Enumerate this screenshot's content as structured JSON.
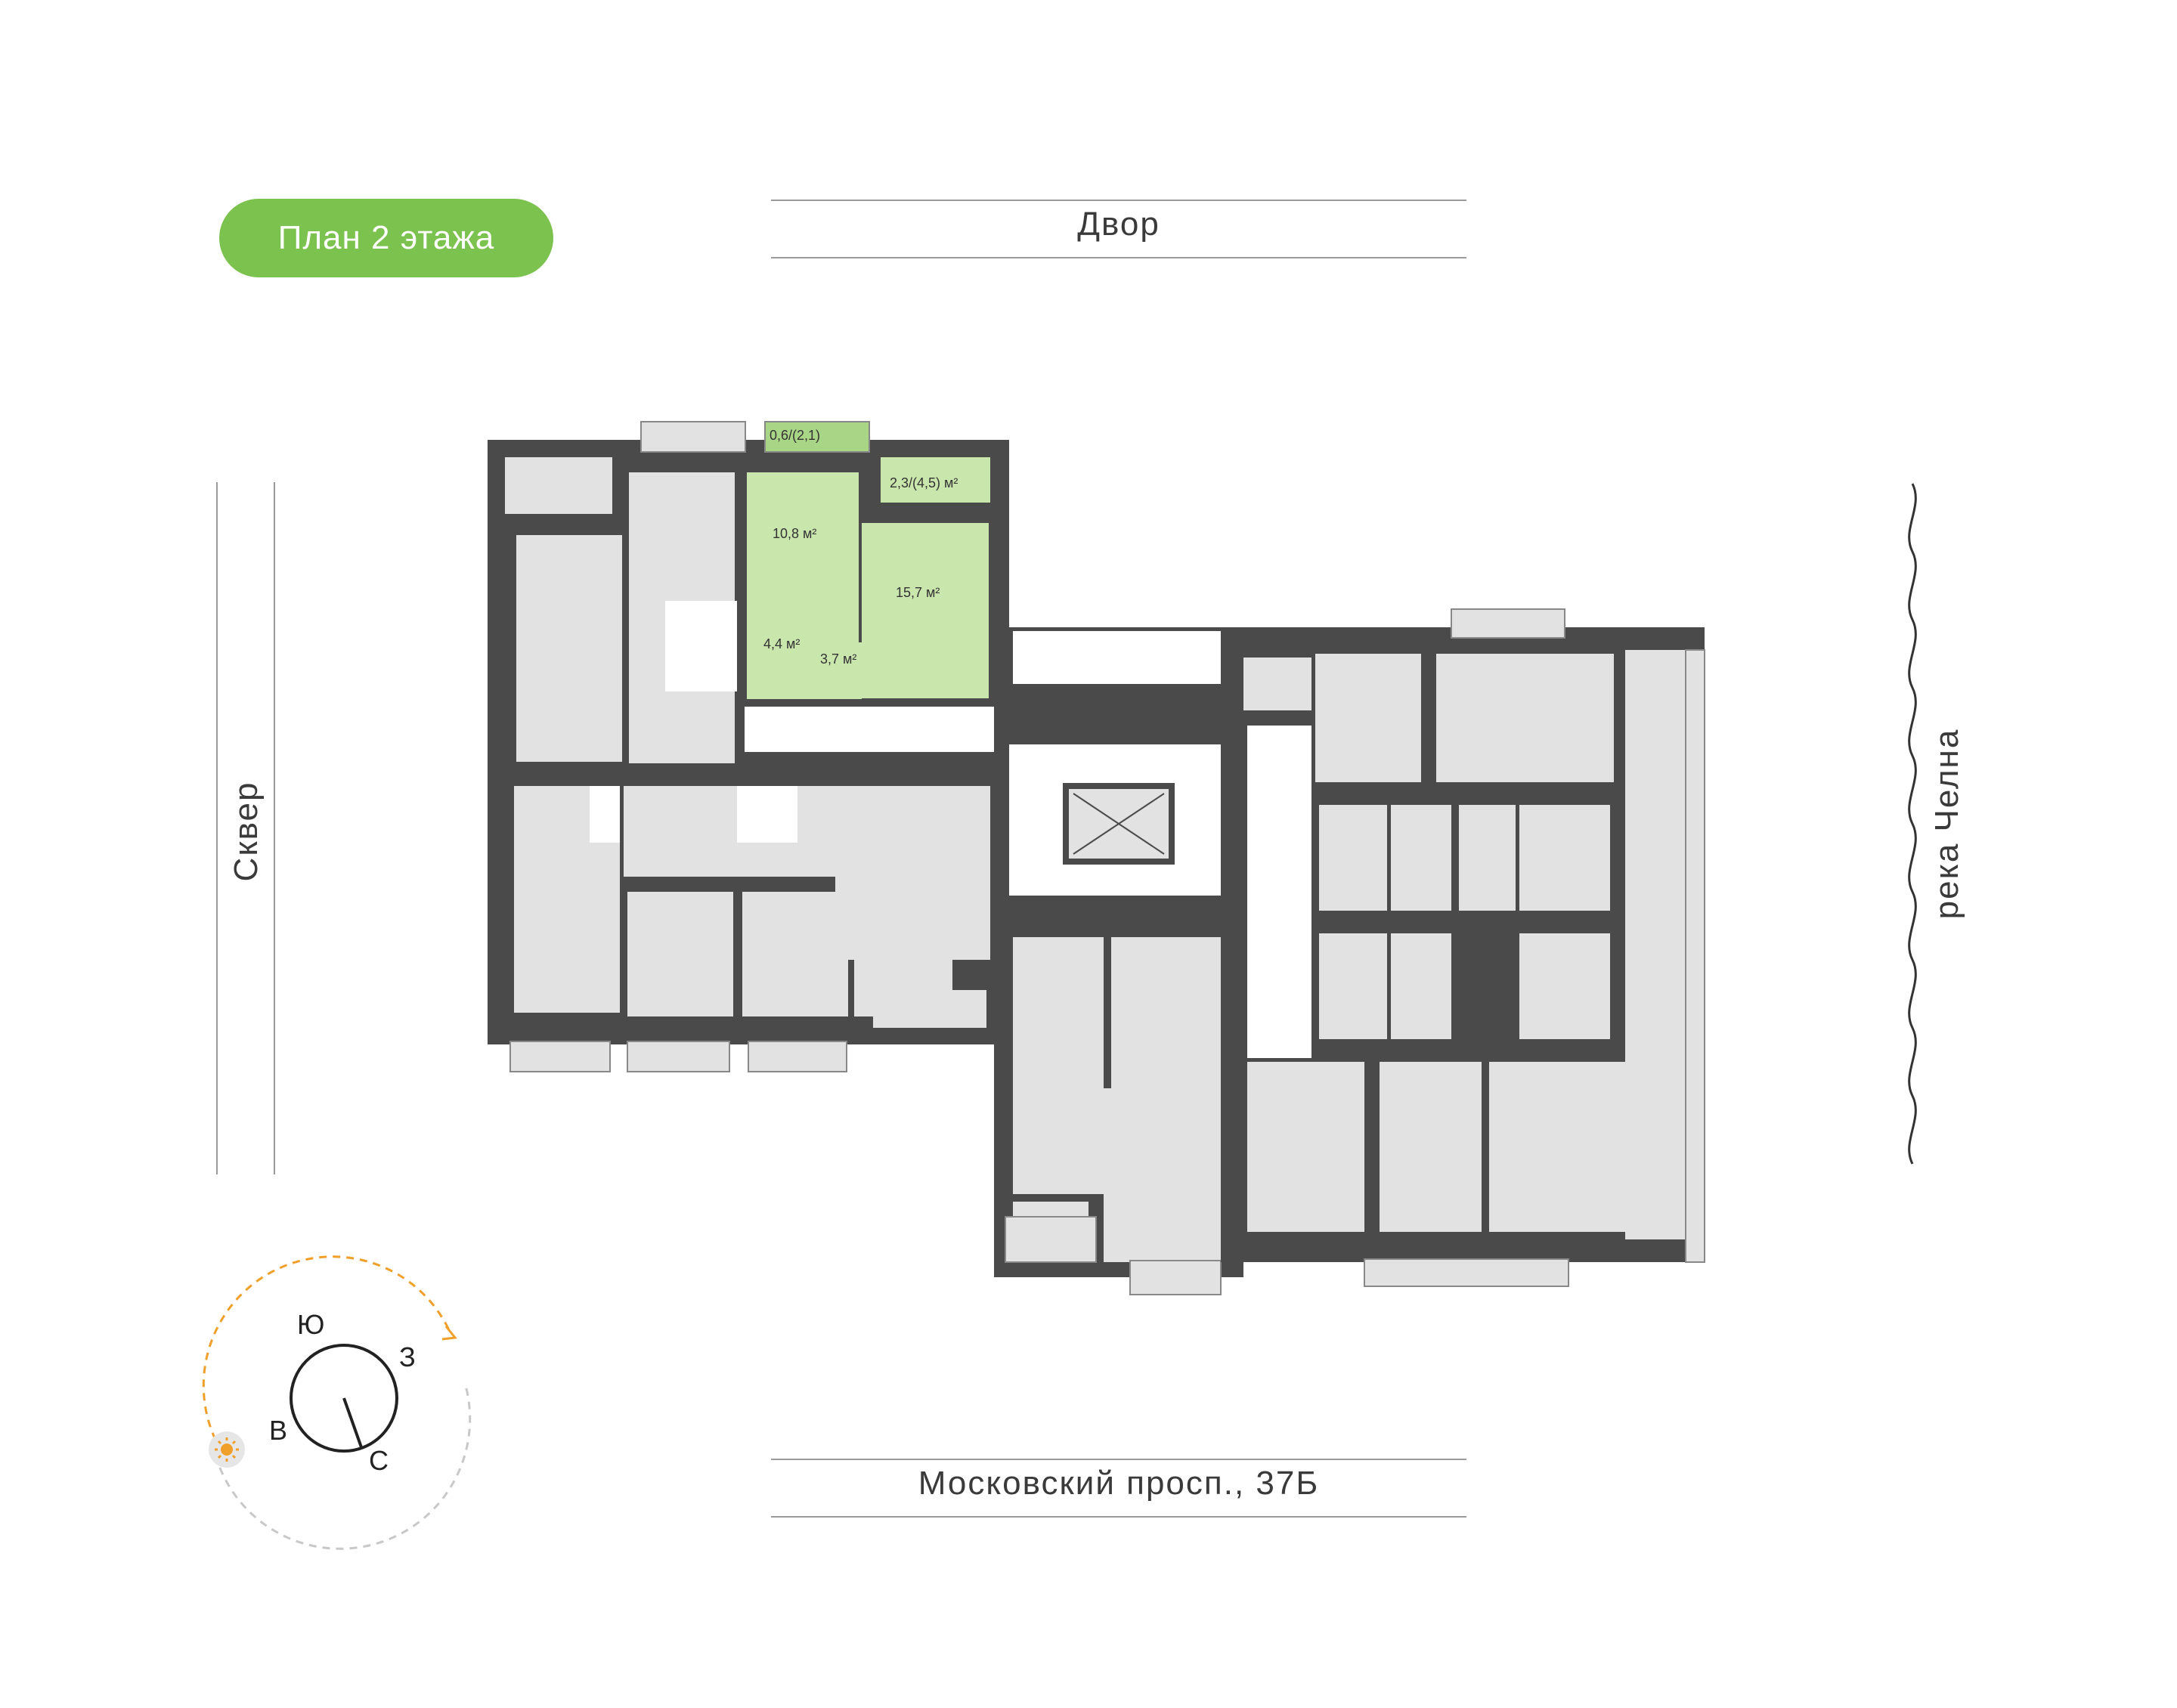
{
  "floor_badge": "План 2 этажа",
  "streets": {
    "top": "Двор",
    "bottom": "Московский просп., 37Б",
    "left": "Сквер",
    "right": "река Челна"
  },
  "apartment_areas": {
    "loggia": "0,6/(2,1)",
    "balcony": "2,3/(4,5) м²",
    "room_1": "10,8 м²",
    "room_2": "15,7 м²",
    "bathroom": "4,4 м²",
    "hall": "3,7 м²"
  },
  "compass": {
    "south": "Ю",
    "west": "З",
    "east": "В",
    "north": "С",
    "sun_icon": "sun-icon"
  },
  "colors": {
    "wall": "#4a4a4a",
    "room": "#e2e2e2",
    "highlight": "#c9e6ad",
    "highlight_strong": "#a9d686",
    "badge": "#7cc24f",
    "compass_arc": "#f0a02a"
  }
}
